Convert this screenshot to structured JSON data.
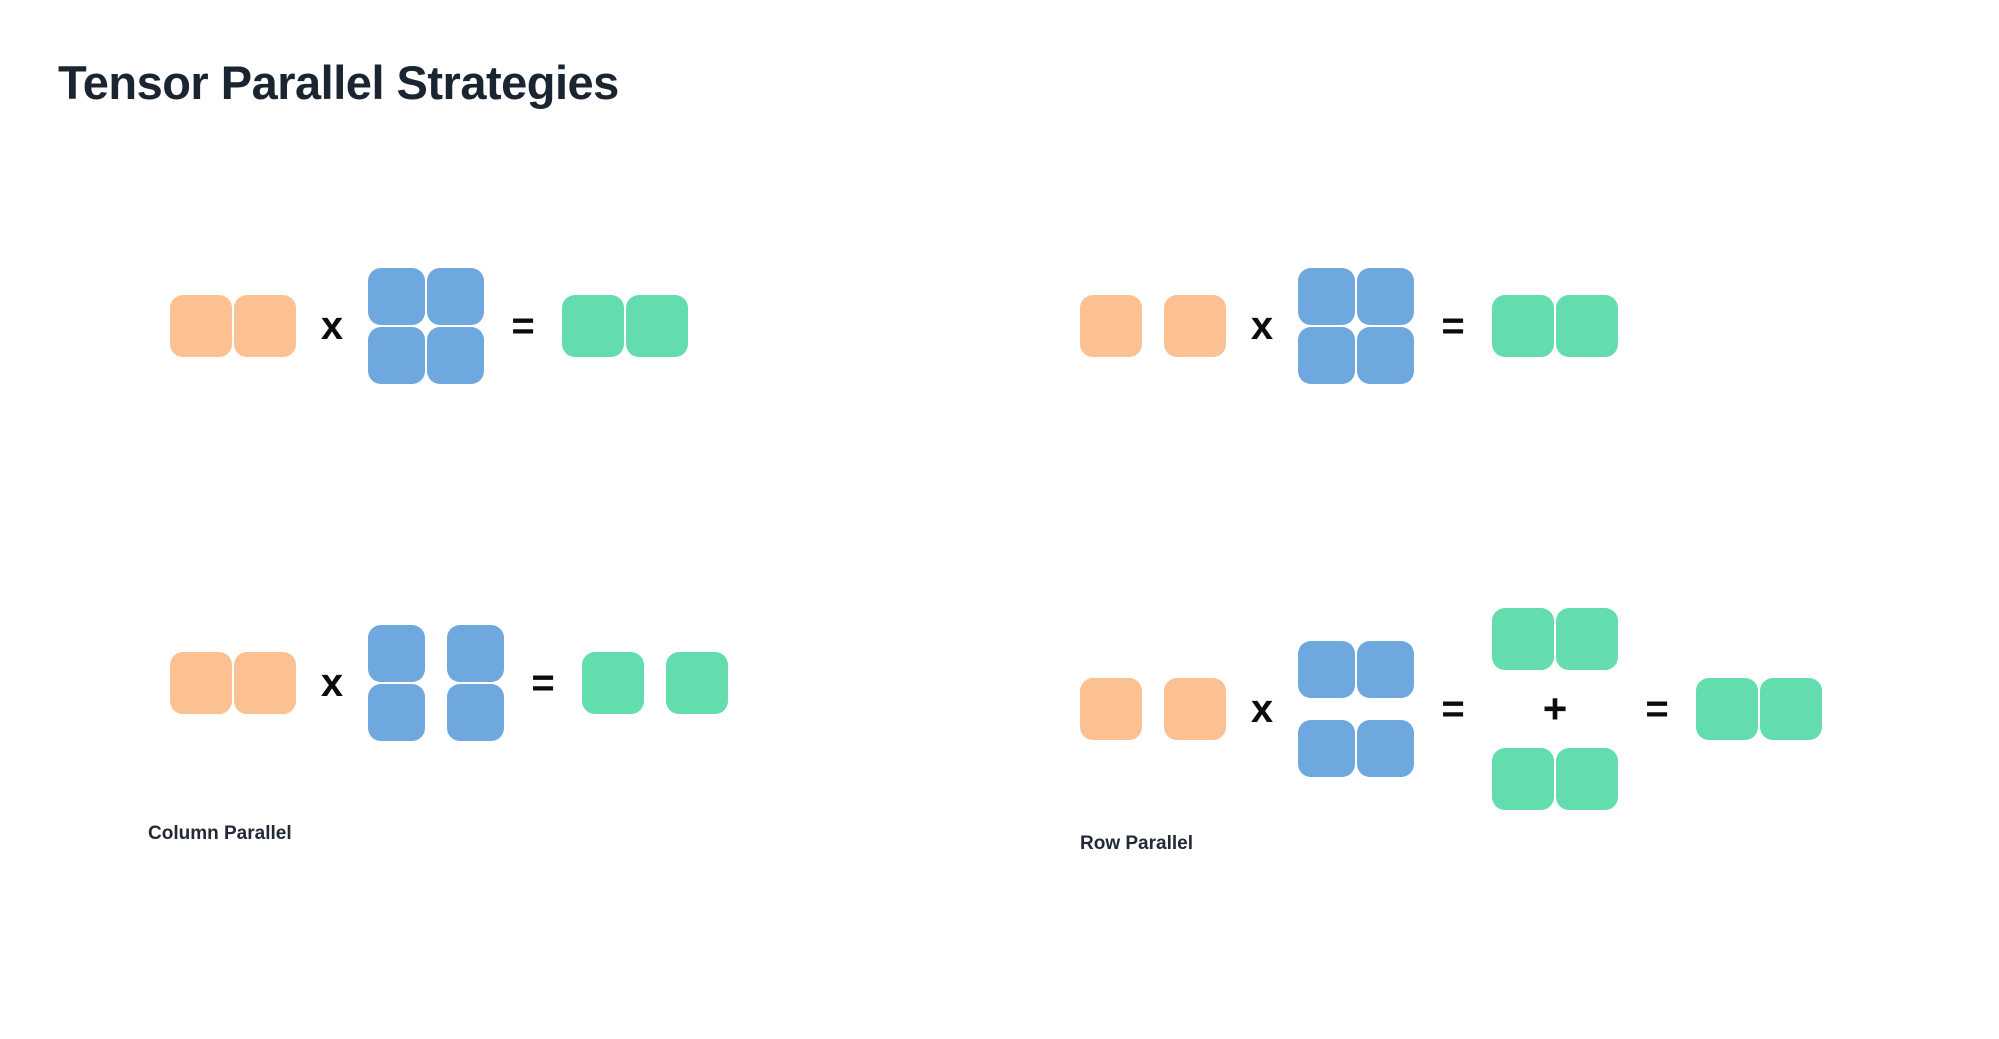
{
  "title": "Tensor Parallel Strategies",
  "palette": {
    "input_orange": "#FBC193",
    "weight_blue": "#6EA8DF",
    "output_green": "#63DCAE",
    "operator_black": "#0C0C0C",
    "title_navy": "#1B2431",
    "background": "#FFFFFF"
  },
  "operators": {
    "multiply": "x",
    "equals": "=",
    "plus": "+"
  },
  "diagrams": [
    {
      "id": "column-parallel-baseline",
      "position": "top-left",
      "label": "",
      "description": "Unsharded matmul: input row vector times full weight matrix yields full output row vector",
      "input": {
        "color": "#FBC193",
        "rows": 1,
        "cols": 2,
        "split": "none"
      },
      "weight": {
        "color": "#6EA8DF",
        "rows": 2,
        "cols": 2,
        "split": "none"
      },
      "output": {
        "color": "#63DCAE",
        "rows": 1,
        "cols": 2,
        "split": "none"
      }
    },
    {
      "id": "column-parallel-sharded",
      "position": "bottom-left",
      "label": "Column Parallel",
      "description": "Weight matrix sharded along columns; each shard produces a separate output column shard",
      "input": {
        "color": "#FBC193",
        "rows": 1,
        "cols": 2,
        "split": "none"
      },
      "weight": {
        "color": "#6EA8DF",
        "rows": 2,
        "cols": 2,
        "split": "by-column"
      },
      "output": {
        "color": "#63DCAE",
        "rows": 1,
        "cols": 2,
        "split": "by-column"
      }
    },
    {
      "id": "row-parallel-baseline",
      "position": "top-right",
      "label": "",
      "description": "Unsharded matmul shown with split input row vector times full weight matrix",
      "input": {
        "color": "#FBC193",
        "rows": 1,
        "cols": 2,
        "split": "by-column"
      },
      "weight": {
        "color": "#6EA8DF",
        "rows": 2,
        "cols": 2,
        "split": "none"
      },
      "output": {
        "color": "#63DCAE",
        "rows": 1,
        "cols": 2,
        "split": "none"
      }
    },
    {
      "id": "row-parallel-sharded",
      "position": "bottom-right",
      "label": "Row Parallel",
      "description": "Weight matrix sharded along rows; partial outputs are summed (all-reduce) into the final result",
      "input": {
        "color": "#FBC193",
        "rows": 1,
        "cols": 2,
        "split": "by-column"
      },
      "weight": {
        "color": "#6EA8DF",
        "rows": 2,
        "cols": 2,
        "split": "by-row"
      },
      "partials": [
        {
          "color": "#63DCAE",
          "rows": 1,
          "cols": 2,
          "split": "none"
        },
        {
          "color": "#63DCAE",
          "rows": 1,
          "cols": 2,
          "split": "none"
        }
      ],
      "output": {
        "color": "#63DCAE",
        "rows": 1,
        "cols": 2,
        "split": "none"
      }
    }
  ],
  "labels": {
    "column_parallel": "Column Parallel",
    "row_parallel": "Row Parallel"
  }
}
